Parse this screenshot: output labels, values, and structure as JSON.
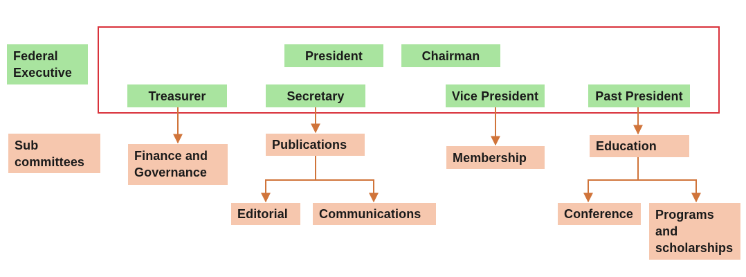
{
  "colors": {
    "executive_fill": "#a9e49f",
    "subcommittee_fill": "#f6c7ae",
    "frame_border": "#d9323b",
    "connector": "#d0743a"
  },
  "row_labels": {
    "federal_executive": "Federal\nExecutive",
    "sub_committees": "Sub\ncommittees"
  },
  "executive": {
    "president": "President",
    "chairman": "Chairman",
    "treasurer": "Treasurer",
    "secretary": "Secretary",
    "vice_president": "Vice President",
    "past_president": "Past President"
  },
  "subcommittees": {
    "finance_governance": "Finance and\nGovernance",
    "publications": "Publications",
    "membership": "Membership",
    "education": "Education",
    "editorial": "Editorial",
    "communications": "Communications",
    "conference": "Conference",
    "programs_scholarships": "Programs\nand\nscholarships"
  }
}
